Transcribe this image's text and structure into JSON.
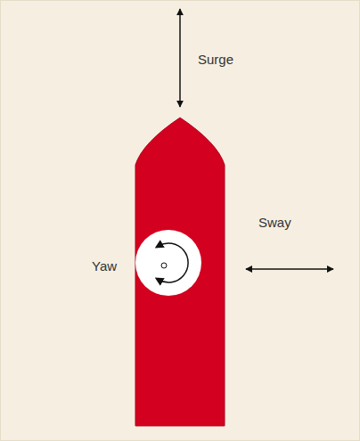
{
  "diagram": {
    "labels": [
      "Surge",
      "Yaw",
      "Sway"
    ]
  }
}
